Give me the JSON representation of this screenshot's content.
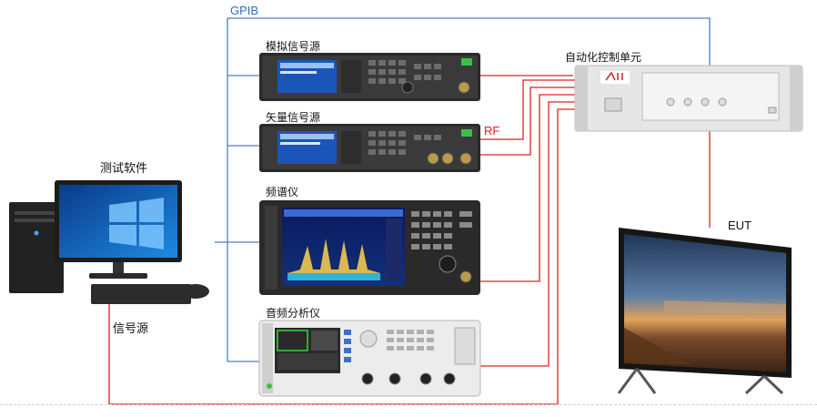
{
  "labels": {
    "gpib": "GPIB",
    "analog_source": "模拟信号源",
    "vector_source": "矢量信号源",
    "spectrum_analyzer": "频谱仪",
    "audio_analyzer": "音频分析仪",
    "automation_unit": "自动化控制单元",
    "rf": "RF",
    "test_software": "测试软件",
    "signal_source": "信号源",
    "eut": "EUT"
  },
  "colors": {
    "gpib_line": "#4a7fc1",
    "rf_line": "#e02020",
    "instrument_dark": "#2b2b2b",
    "instrument_light": "#e9e9e9",
    "screen_blue": "#1a4fa8"
  },
  "icons": {
    "computer": "desktop-computer-icon",
    "tv": "tv-icon"
  }
}
